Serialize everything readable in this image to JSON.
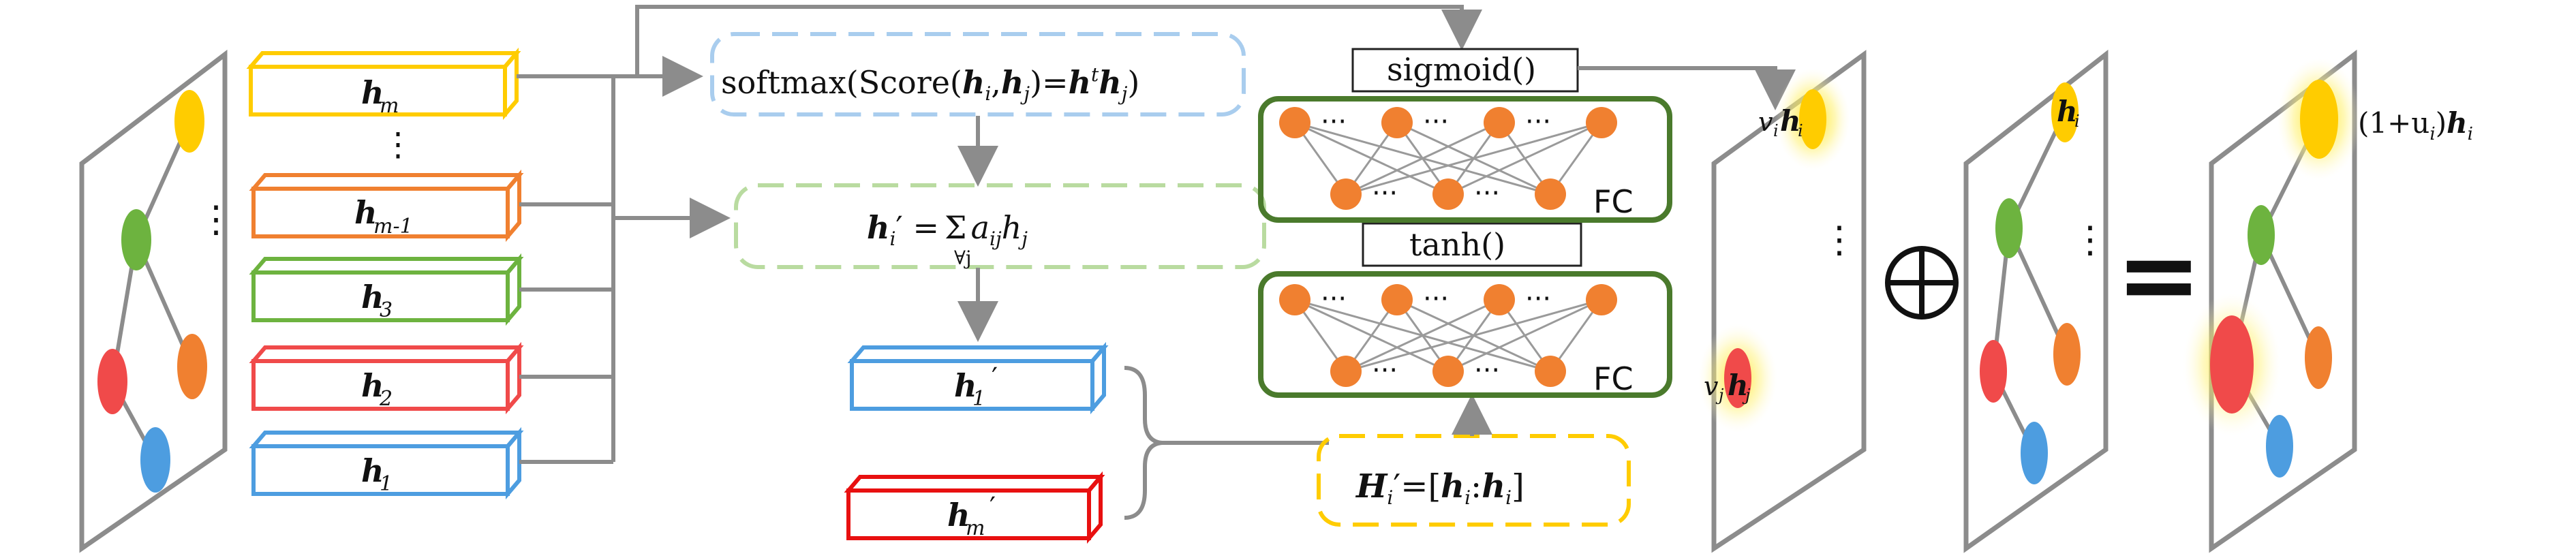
{
  "nodes": {
    "h_m": "h",
    "h_m_sub": "m",
    "h_m1": "h",
    "h_m1_sub": "m-1",
    "h_3": "h",
    "h_3_sub": "3",
    "h_2": "h",
    "h_2_sub": "2",
    "h_1": "h",
    "h_1_sub": "1",
    "h1p": "h",
    "h1p_sub": "1",
    "hmp": "h",
    "hmp_sub": "m"
  },
  "formulas": {
    "softmax": "softmax(Score(hi,hj)=hthj)",
    "softmax_prefix": "softmax(Score(",
    "softmax_hi": "h",
    "softmax_i": "i",
    "softmax_comma": ",",
    "softmax_hj": "h",
    "softmax_j": "j",
    "softmax_eq": ")=",
    "softmax_ht": "h",
    "softmax_t": "t",
    "softmax_hj2": "h",
    "softmax_j2": "j",
    "softmax_close": ")",
    "sum_lhs": "h",
    "sum_lhs_sub": "i",
    "sum_eq": "′ =",
    "sum_sigma": "Σ",
    "sum_under": "∀j",
    "sum_rhs": "a",
    "sum_rhs_sub": "ij",
    "sum_rhs2": "h",
    "sum_rhs2_sub": "j",
    "concat_H": "H",
    "concat_H_sub": "i",
    "concat_eq": "′=[",
    "concat_h": "h",
    "concat_h_sub": "i",
    "concat_colon": ":",
    "concat_hp": "h",
    "concat_hp_sub": "i",
    "concat_close": "]"
  },
  "layers": {
    "sigmoid": "sigmoid()",
    "tanh": "tanh()",
    "fc_top": "FC",
    "fc_bottom": "FC",
    "dots": "···"
  },
  "graph_labels": {
    "vi": "v",
    "vi_sub": "i",
    "vi_h": "h",
    "vi_h_sub": "i",
    "vj": "v",
    "vj_sub": "j",
    "vj_h": "h",
    "vj_h_sub": "j",
    "hi_plain": "h",
    "hi_plain_sub": "i",
    "result": "(1+u",
    "result_sub": "i",
    "result_close": ")",
    "result_h": "h",
    "result_h_sub": "i",
    "vdots": "⋮"
  },
  "operators": {
    "plus": "⊕",
    "equals": "="
  },
  "colors": {
    "gray": "#8c8c8c",
    "yellow": "#ffcc00",
    "orange": "#f08030",
    "green": "#6db33f",
    "red": "#f04a4a",
    "blue": "#4d9de0",
    "dark_green": "#4a7a2c",
    "light_blue": "#a9cdee",
    "light_green": "#b9dba0",
    "bright_red": "#e81010"
  }
}
